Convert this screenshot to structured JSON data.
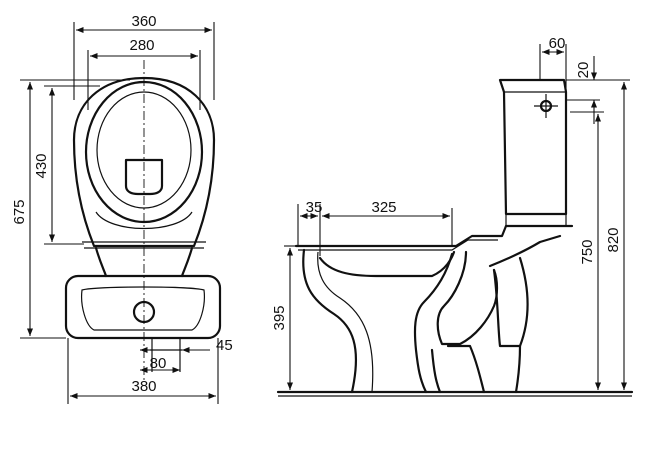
{
  "dimensions": {
    "top_width_outer": "360",
    "top_width_inner": "280",
    "overall_depth": "675",
    "seat_depth": "430",
    "base_width": "380",
    "outlet_spacing": "80",
    "outlet_offset": "45",
    "rim_thickness": "35",
    "bowl_opening": "325",
    "rim_height": "395",
    "cistern_depth": "60",
    "cistern_top_offset": "20",
    "cistern_inlet_height": "750",
    "overall_height": "820"
  }
}
